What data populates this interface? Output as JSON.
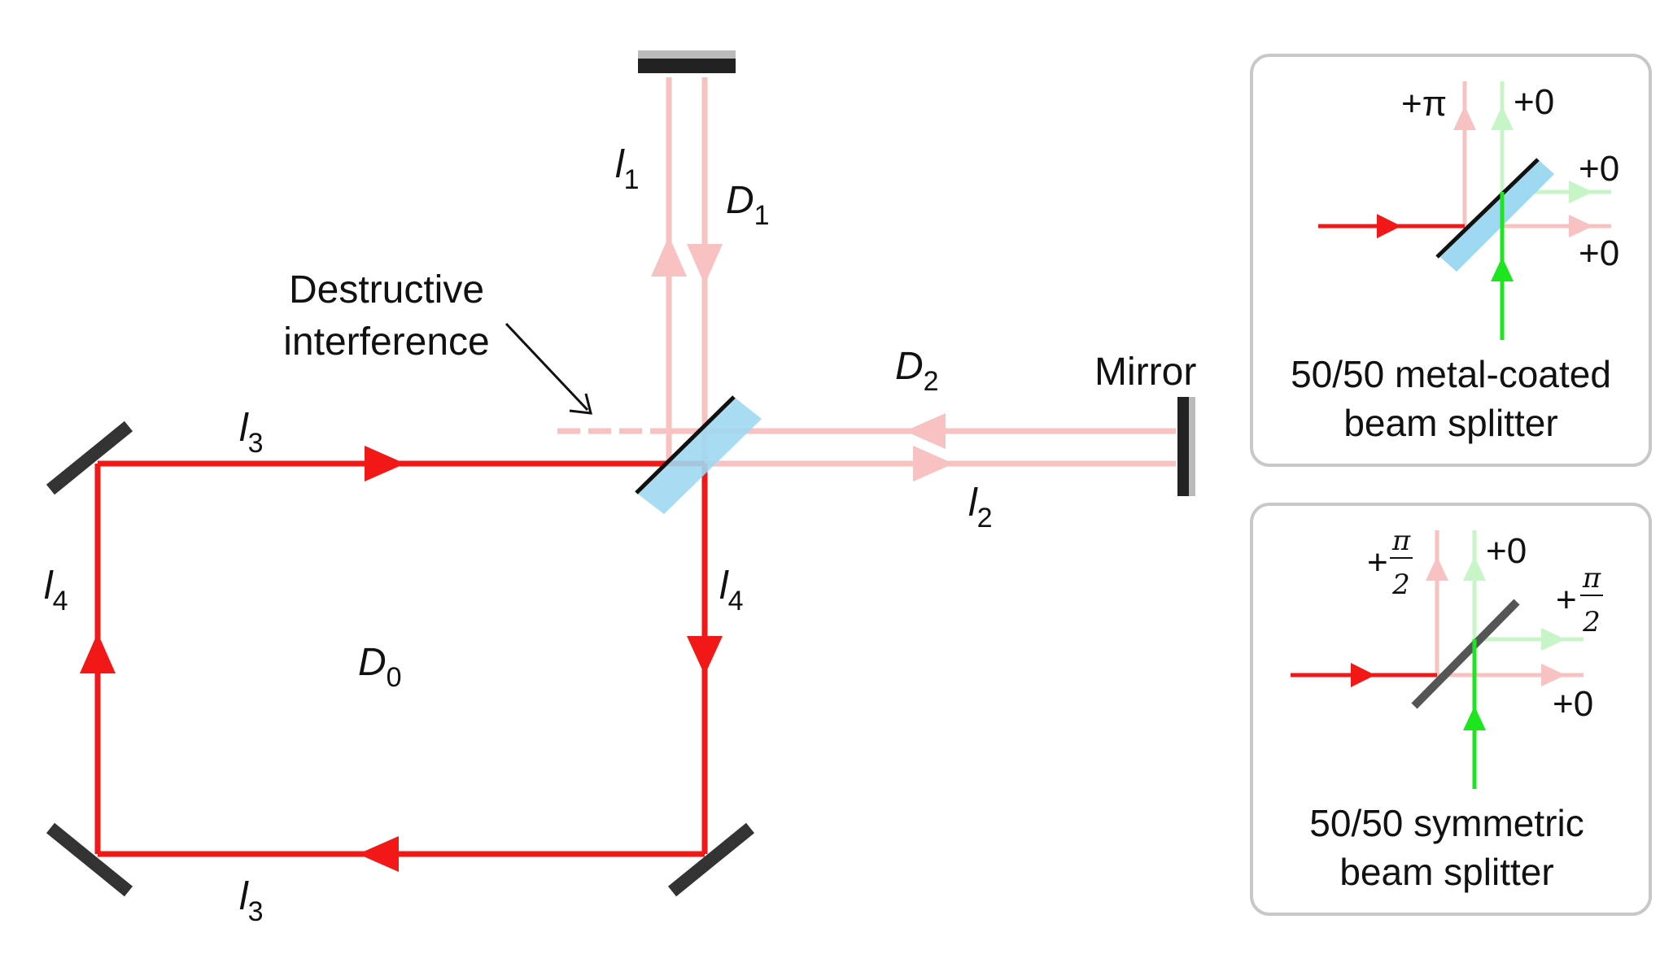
{
  "colors": {
    "beam": "#f21818",
    "beam_faint": "#f9c2c2",
    "green": "#1ee61e",
    "green_faint": "#c8f5c8",
    "splitter_glass": "#9fd8f1",
    "mirror": "#222222",
    "panel_border": "#c8c8c8"
  },
  "main": {
    "destructive_label_line1": "Destructive",
    "destructive_label_line2": "interference",
    "mirror_label": "Mirror",
    "l1": {
      "main": "l",
      "sub": "1"
    },
    "d1": {
      "main": "D",
      "sub": "1"
    },
    "d2": {
      "main": "D",
      "sub": "2"
    },
    "l2": {
      "main": "l",
      "sub": "2"
    },
    "l3_top": {
      "main": "l",
      "sub": "3"
    },
    "l3_bottom": {
      "main": "l",
      "sub": "3"
    },
    "l4_left": {
      "main": "l",
      "sub": "4"
    },
    "l4_right": {
      "main": "l",
      "sub": "4"
    },
    "d0": {
      "main": "D",
      "sub": "0"
    }
  },
  "inset_metal": {
    "caption_line1": "50/50 metal-coated",
    "caption_line2": "beam splitter",
    "phase_top_left": "+π",
    "phase_top_right": "+0",
    "phase_right_upper": "+0",
    "phase_right_lower": "+0"
  },
  "inset_symmetric": {
    "caption_line1": "50/50 symmetric",
    "caption_line2": "beam splitter",
    "phase_top_left_plus": "+",
    "phase_top_left_num": "π",
    "phase_top_left_den": "2",
    "phase_top_right": "+0",
    "phase_right_plus": "+",
    "phase_right_num": "π",
    "phase_right_den": "2",
    "phase_right_lower": "+0"
  }
}
